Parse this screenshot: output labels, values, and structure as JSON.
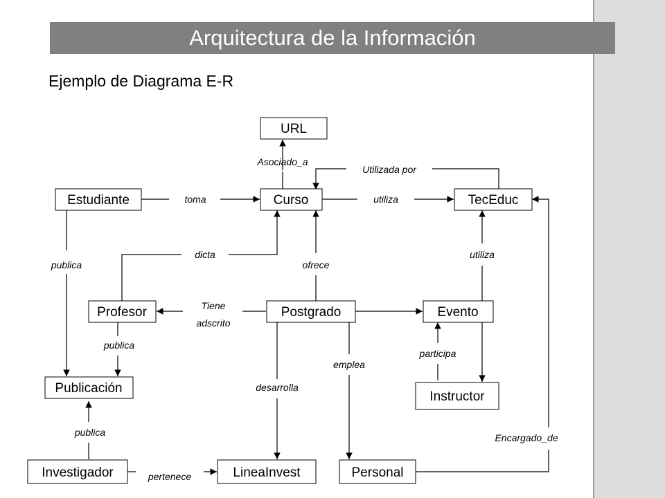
{
  "title": "Arquitectura de la Información",
  "subtitle": "Ejemplo de Diagrama E-R",
  "entities": {
    "url": "URL",
    "estudiante": "Estudiante",
    "curso": "Curso",
    "teceduc": "TecEduc",
    "profesor": "Profesor",
    "postgrado": "Postgrado",
    "evento": "Evento",
    "publicacion": "Publicación",
    "instructor": "Instructor",
    "investigador": "Investigador",
    "lineainvest": "LineaInvest",
    "personal": "Personal"
  },
  "relations": {
    "asociado_a": "Asociado_a",
    "utilizada_por": "Utilizada por",
    "toma": "toma",
    "utiliza_curso": "utiliza",
    "dicta": "dicta",
    "ofrece": "ofrece",
    "utiliza_evento": "utiliza",
    "publica_estudiante": "publica",
    "tiene_adscrito_1": "Tiene",
    "tiene_adscrito_2": "adscrito",
    "publica_profesor": "publica",
    "emplea": "emplea",
    "participa": "participa",
    "desarrolla": "desarrolla",
    "publica_investigador": "publica",
    "encargado_de": "Encargado_de",
    "pertenece": "pertenece"
  }
}
